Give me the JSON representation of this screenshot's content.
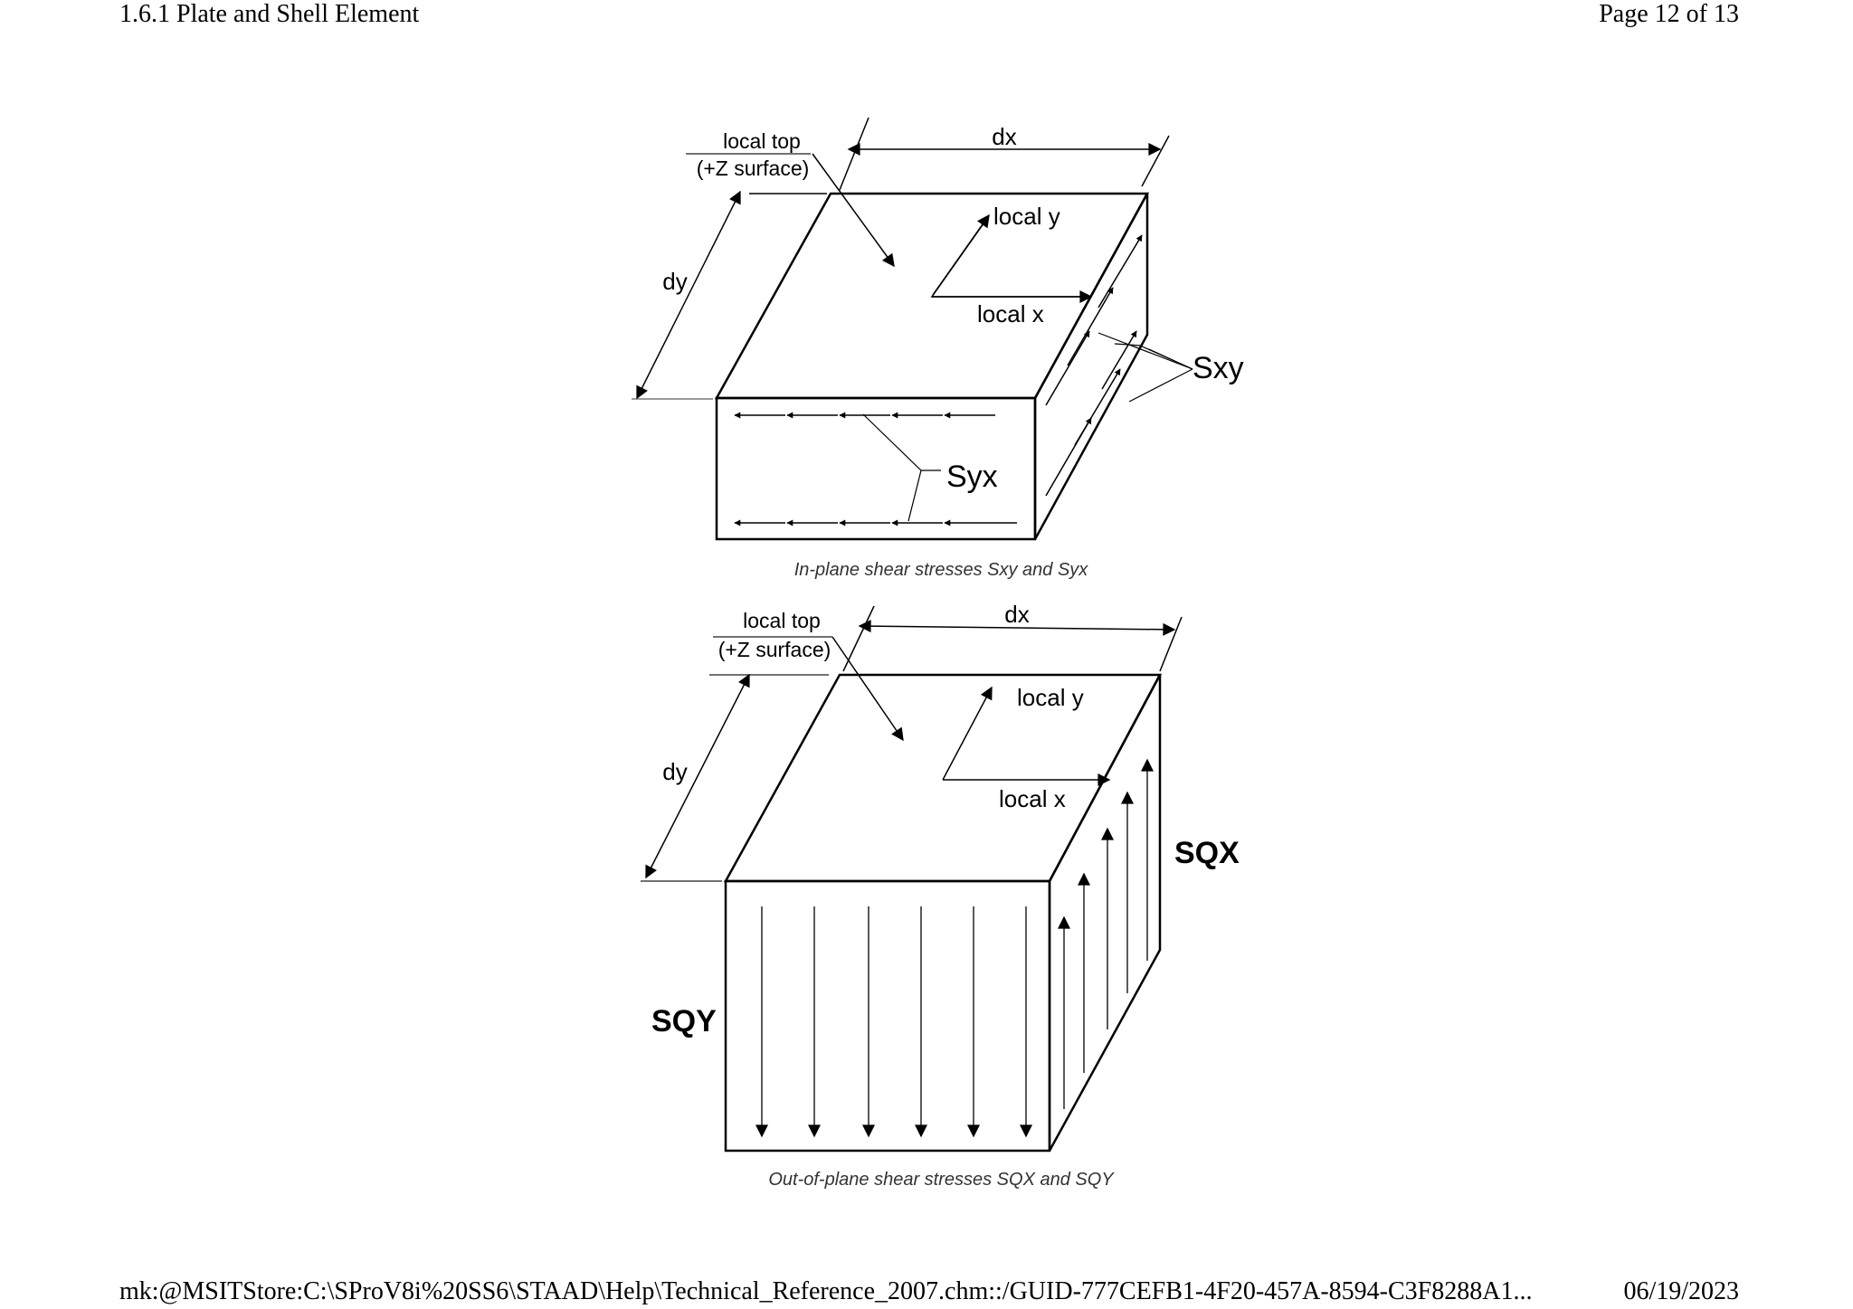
{
  "header": {
    "section_title": "1.6.1 Plate and Shell Element",
    "page_indicator": "Page 12 of 13"
  },
  "footer": {
    "url": "mk:@MSITStore:C:\\SProV8i%20SS6\\STAAD\\Help\\Technical_Reference_2007.chm::/GUID-777CEFB1-4F20-457A-8594-C3F8288A1...",
    "date": "06/19/2023"
  },
  "figure1": {
    "local_top": "local top",
    "z_surface": "(+Z surface)",
    "dx": "dx",
    "dy": "dy",
    "local_y": "local y",
    "local_x": "local x",
    "sxy": "Sxy",
    "syx": "Syx",
    "caption": "In-plane shear stresses Sxy and Syx"
  },
  "figure2": {
    "local_top": "local top",
    "z_surface": "(+Z surface)",
    "dx": "dx",
    "dy": "dy",
    "local_y": "local y",
    "local_x": "local x",
    "sqx": "SQX",
    "sqy": "SQY",
    "caption": "Out-of-plane shear stresses SQX and SQY"
  }
}
